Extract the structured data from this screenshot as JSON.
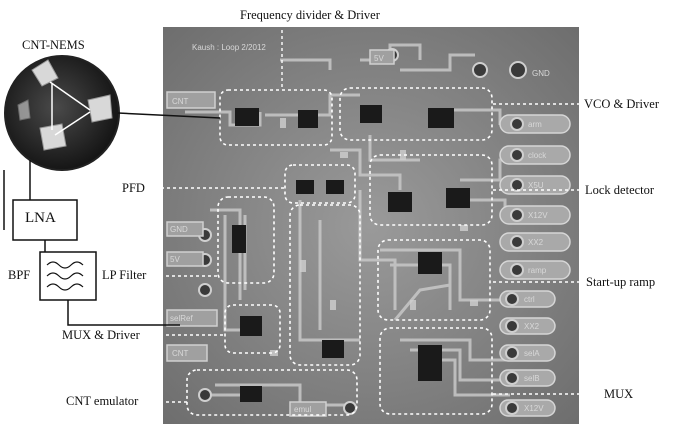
{
  "labels": {
    "freq_divider": "Frequency divider & Driver",
    "cnt_nems": "CNT-NEMS",
    "vco": "VCO & Driver",
    "pfd": "PFD",
    "lock_detector": "Lock detector",
    "lna": "LNA",
    "bpf": "BPF",
    "lp_filter": "LP Filter",
    "startup_ramp": "Start-up ramp",
    "mux_driver": "MUX & Driver",
    "cnt_emulator": "CNT emulator",
    "mux": "MUX"
  },
  "board": {
    "top_left": "Kaush : Loop 2/2012",
    "cnt_in": "CNT",
    "v5_top": "5V",
    "gnd_right": "GND",
    "arm": "arm",
    "clock": "clock",
    "x5u": "X5U",
    "x12v": "X12V",
    "xx2": "XX2",
    "ramp": "ramp",
    "ctrl": "ctrl",
    "xx2b": "XX2",
    "sela": "selA",
    "selb": "selB",
    "x12v_b": "X12V",
    "gnd_left": "GND",
    "v5_left": "5V",
    "selref": "selRef",
    "cnt_out": "CNT",
    "emul": "emul"
  },
  "colors": {
    "board": "#8a8a8a",
    "trace": "#bdbdbd",
    "box": "#ffffff"
  }
}
